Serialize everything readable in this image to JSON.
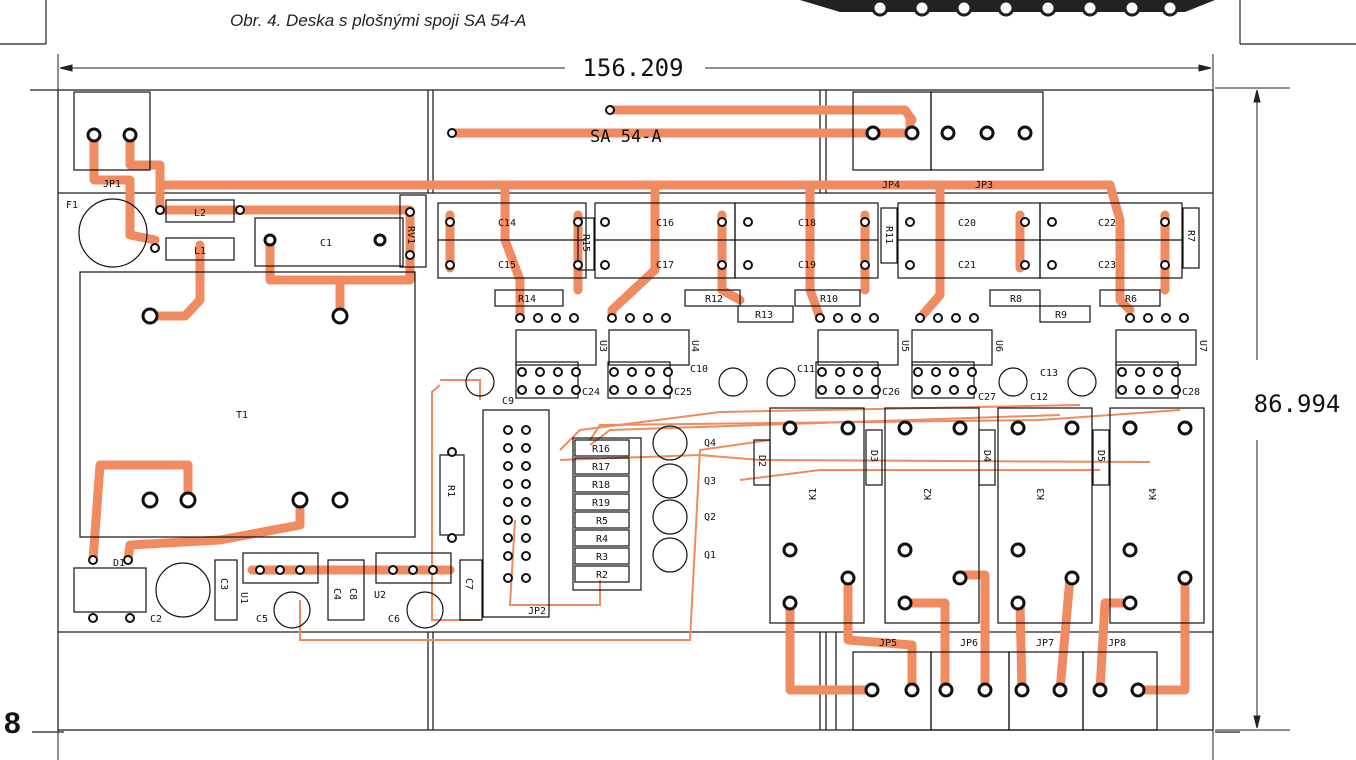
{
  "caption": "Obr. 4. Deska s plošnými spoji SA 54-A",
  "page_number": "8",
  "board_title": "SA 54-A",
  "dim_width": "156.209",
  "dim_height": "86.994",
  "colors": {
    "trace": "#f08a60",
    "outline": "#111111",
    "background": "#ffffff"
  },
  "labels": {
    "JP1": "JP1",
    "JP2": "JP2",
    "JP3": "JP3",
    "JP4": "JP4",
    "JP5": "JP5",
    "JP6": "JP6",
    "JP7": "JP7",
    "JP8": "JP8",
    "F1": "F1",
    "L1": "L1",
    "L2": "L2",
    "C1": "C1",
    "RV1": "RV1",
    "T1": "T1",
    "D1": "D1",
    "C2": "C2",
    "C3": "C3",
    "C4": "C4",
    "C5": "C5",
    "C6": "C6",
    "C7": "C7",
    "C8": "C8",
    "C9": "C9",
    "U1": "U1",
    "U2": "U2",
    "R1": "R1",
    "C14": "C14",
    "C15": "C15",
    "C16": "C16",
    "C17": "C17",
    "C18": "C18",
    "C19": "C19",
    "C20": "C20",
    "C21": "C21",
    "C22": "C22",
    "C23": "C23",
    "R15": "R15",
    "R11": "R11",
    "R7": "R7",
    "R14": "R14",
    "R12": "R12",
    "R13": "R13",
    "R10": "R10",
    "R8": "R8",
    "R9": "R9",
    "R6": "R6",
    "U3": "U3",
    "U4": "U4",
    "U5": "U5",
    "U6": "U6",
    "U7": "U7",
    "C10": "C10",
    "C11": "C11",
    "C12": "C12",
    "C13": "C13",
    "C24": "C24",
    "C25": "C25",
    "C26": "C26",
    "C27": "C27",
    "C28": "C28",
    "R16": "R16",
    "R17": "R17",
    "R18": "R18",
    "R19": "R19",
    "R5": "R5",
    "R4": "R4",
    "R3": "R3",
    "R2": "R2",
    "Q1": "Q1",
    "Q2": "Q2",
    "Q3": "Q3",
    "Q4": "Q4",
    "D2": "D2",
    "D3": "D3",
    "D4": "D4",
    "D5": "D5",
    "K1": "K1",
    "K2": "K2",
    "K3": "K3",
    "K4": "K4"
  }
}
